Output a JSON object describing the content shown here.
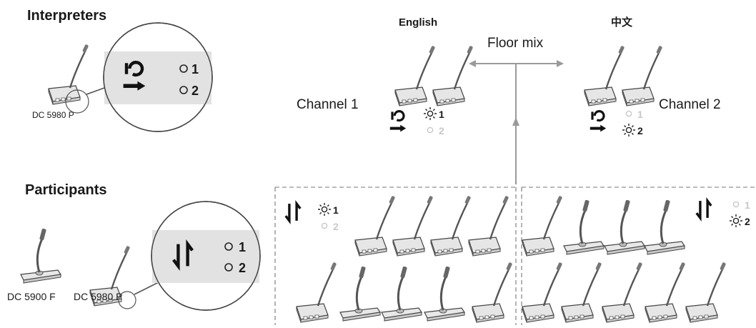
{
  "interpreters": {
    "title": "Interpreters",
    "device_model": "DC 5980 P",
    "channel_1": "1",
    "channel_2": "2"
  },
  "participants": {
    "title": "Participants",
    "device_model_floor": "DC 5900 F",
    "device_model_desk": "DC 5980 P",
    "channel_1": "1",
    "channel_2": "2"
  },
  "channels": {
    "left": {
      "language": "English",
      "label": "Channel 1",
      "num_1": "1",
      "num_2": "2",
      "active": 1
    },
    "right": {
      "language": "中文",
      "label": "Channel 2",
      "num_1": "1",
      "num_2": "2",
      "active": 2
    }
  },
  "floor_mix": "Floor mix",
  "groups": {
    "left": {
      "num_1": "1",
      "num_2": "2",
      "active": 1
    },
    "right": {
      "num_1": "1",
      "num_2": "2",
      "active": 2
    }
  },
  "icons": [
    "microphone-desk-unit",
    "microphone-floor-unit",
    "interpreter-channel-icon",
    "channel-switch-icon",
    "active-channel-sun-icon"
  ]
}
